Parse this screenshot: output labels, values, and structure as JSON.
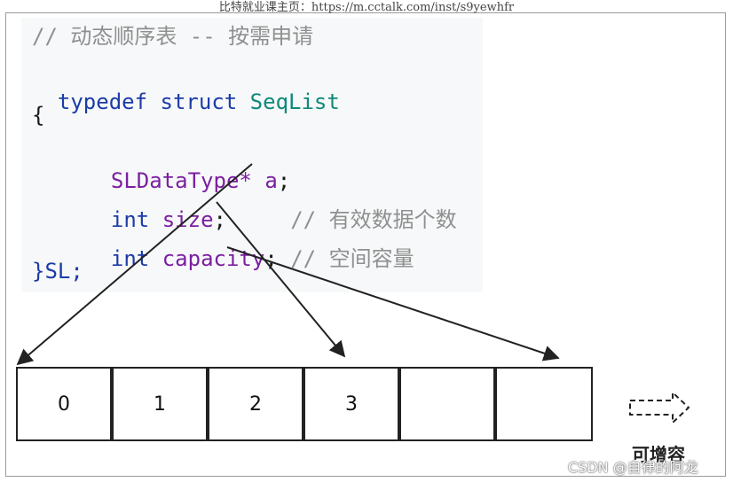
{
  "header": {
    "watermark": "比特就业课主页：https://m.cctalk.com/inst/s9yewhfr"
  },
  "code": {
    "comment_title": "// 动态顺序表 -- 按需申请",
    "line1_kw1": "typedef",
    "line1_kw2": "struct",
    "line1_name": "SeqList",
    "open_brace": "{",
    "field_a_type": "SLDataType*",
    "field_a_name": "a",
    "semicolon": ";",
    "field_size_type": "int",
    "field_size_name": "size",
    "field_size_comment": "// 有效数据个数",
    "field_cap_type": "int",
    "field_cap_name": "capacity",
    "field_cap_comment": "// 空间容量",
    "close": "}SL;"
  },
  "array": {
    "cells": [
      "0",
      "1",
      "2",
      "3",
      "",
      ""
    ],
    "grow_label": "可增容"
  },
  "footer": {
    "csdn_watermark": "CSDN @自律的阿龙"
  }
}
